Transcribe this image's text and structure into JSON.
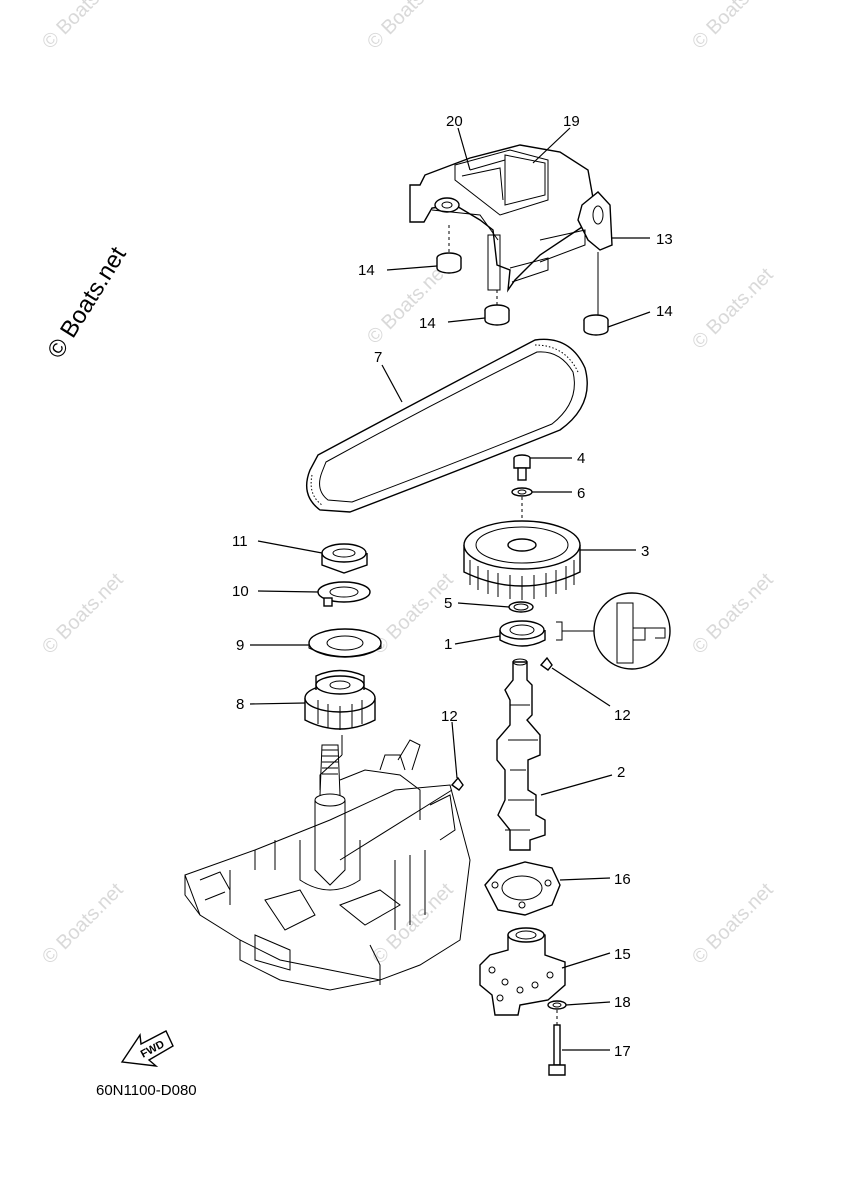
{
  "watermark": {
    "text": "© Boats.net"
  },
  "diagram_code": "60N1100-D080",
  "fwd_label": "FWD",
  "callouts": [
    "20",
    "19",
    "13",
    "14",
    "14",
    "14",
    "7",
    "4",
    "6",
    "3",
    "11",
    "10",
    "9",
    "8",
    "5",
    "1",
    "12",
    "12",
    "2",
    "16",
    "15",
    "18",
    "17"
  ]
}
